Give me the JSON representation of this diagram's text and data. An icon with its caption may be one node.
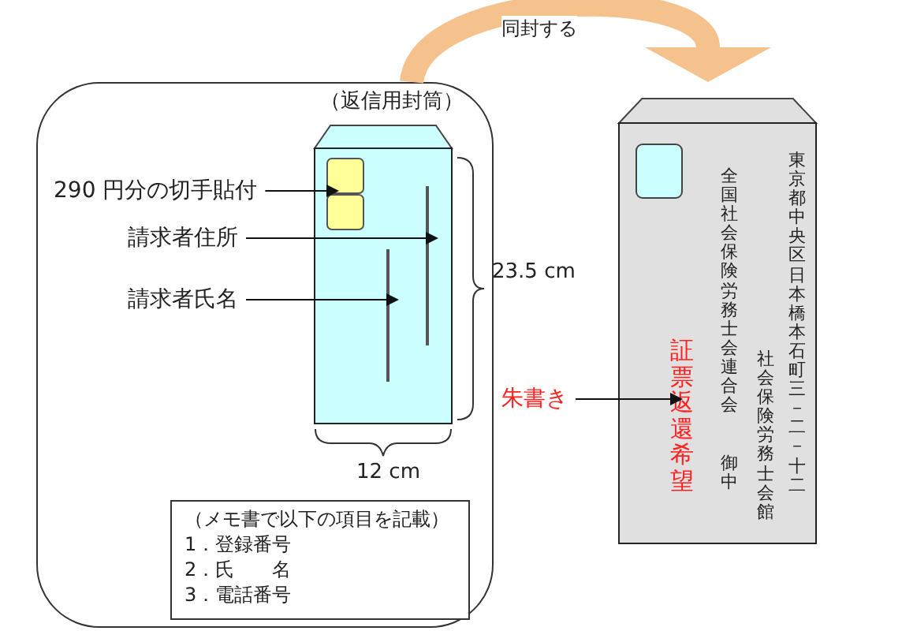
{
  "diagram": {
    "nodes": [
      {
        "text": [
          "（返信用封筒）"
        ]
      },
      {
        "text": [],
        "shape": "box",
        "in": 0
      },
      {
        "text": [],
        "shape": "box",
        "in": 1
      },
      {
        "text": [
          "290 円分の切手貼付"
        ],
        "in": 0
      },
      {
        "text": [
          "請求者住所"
        ],
        "in": 0
      },
      {
        "text": [],
        "shape": "bar",
        "in": 1
      },
      {
        "text": [
          "請求者氏名"
        ],
        "in": 0
      },
      {
        "text": [],
        "shape": "bar",
        "in": 1
      },
      {
        "text": [
          "（メモ書で以下の項目を記載）",
          "1．登録番号",
          "2．氏　　名",
          "3．電話番号"
        ],
        "in": 0
      },
      {
        "text": [
          "全国社会保険労務士会連合会",
          "御中",
          "社会保険労務士会館",
          "東京都中央区日本橋本石町三－二－十二"
        ]
      },
      {
        "text": [],
        "shape": "box",
        "in": 9
      },
      {
        "text": [
          "朱書き"
        ]
      },
      {
        "text": [
          "証票返還希望"
        ],
        "in": 9
      }
    ],
    "edges": [
      {
        "from": 0,
        "to": 9,
        "arrow": "to",
        "label": "同封する",
        "style": "thick",
        "color": "#f5c28e"
      },
      {
        "from": 3,
        "to": 2,
        "arrow": "to"
      },
      {
        "from": 4,
        "to": 7,
        "arrow": "to"
      },
      {
        "from": 6,
        "to": 5,
        "arrow": "to"
      },
      {
        "from": 11,
        "to": 12,
        "arrow": "to"
      }
    ],
    "labels": [
      "23.5 cm",
      "12 cm"
    ]
  }
}
